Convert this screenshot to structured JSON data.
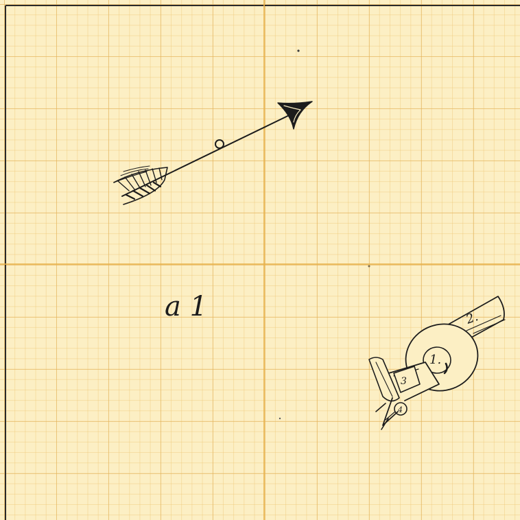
{
  "figure": {
    "label": "a 1",
    "parts": {
      "part1": "1.",
      "part2": "2.",
      "part3": "3",
      "part4": "4"
    }
  },
  "colors": {
    "paper": "#fcefc4",
    "grid_major": "#e2b058",
    "grid_minor": "#eec878",
    "ink": "#1c1c1c"
  },
  "icons": {
    "arrow": "arrow-icon",
    "airplane": "airplane-icon"
  }
}
